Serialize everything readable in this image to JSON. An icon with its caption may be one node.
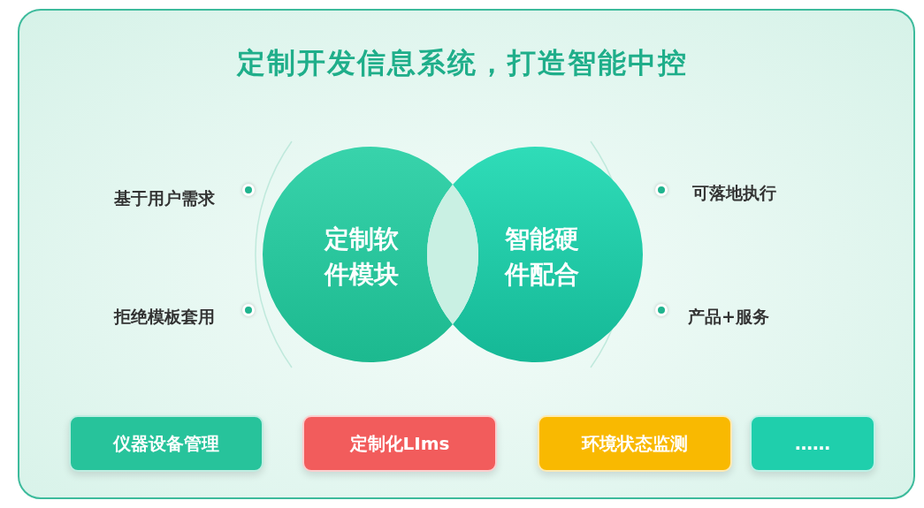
{
  "diagram": {
    "title": "定制开发信息系统，打造智能中控",
    "nodes": [
      {
        "text": [
          "定制软件模块"
        ]
      },
      {
        "text": [
          "智能硬件配合"
        ]
      },
      {
        "text": [],
        "shape": "lens"
      },
      {
        "text": [
          "仪器设备管理"
        ]
      },
      {
        "text": [
          "定制化LIms"
        ]
      },
      {
        "text": [
          "环境状态监测"
        ]
      },
      {
        "text": [
          "……"
        ]
      }
    ],
    "labels": [
      "基于用户需求",
      "拒绝模板套用",
      "可落地执行",
      "产品+服务"
    ]
  }
}
